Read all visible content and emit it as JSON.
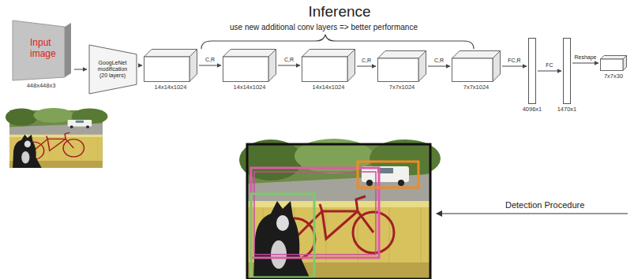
{
  "diagram": {
    "title": "Inference",
    "nodes": [
      {
        "text": [
          "Input image",
          "448x448x3"
        ]
      },
      {
        "text": [
          "GoogLeNet modification (20 layers)"
        ]
      },
      {
        "text": [
          "14x14x1024"
        ]
      },
      {
        "text": [
          "14x14x1024"
        ]
      },
      {
        "text": [
          "14x14x1024"
        ]
      },
      {
        "text": [
          "7x7x1024"
        ]
      },
      {
        "text": [
          "7x7x1024"
        ]
      },
      {
        "text": [
          "4096x1"
        ]
      },
      {
        "text": [
          "1470x1"
        ]
      },
      {
        "text": [
          "7x7x30"
        ]
      }
    ],
    "edges": [
      {
        "from": 0,
        "to": 1,
        "arrow": "to"
      },
      {
        "from": 1,
        "to": 2,
        "arrow": "to"
      },
      {
        "from": 2,
        "to": 3,
        "label": "C,R",
        "arrow": "to"
      },
      {
        "from": 3,
        "to": 4,
        "label": "C,R",
        "arrow": "to"
      },
      {
        "from": 4,
        "to": 5,
        "label": "C,R",
        "arrow": "to"
      },
      {
        "from": 5,
        "to": 6,
        "label": "C,R",
        "arrow": "to"
      },
      {
        "from": 6,
        "to": 7,
        "label": "FC,R",
        "arrow": "to"
      },
      {
        "from": 7,
        "to": 8,
        "label": "FC",
        "arrow": "to"
      },
      {
        "from": 8,
        "to": 9,
        "label": "Reshape",
        "arrow": "to"
      }
    ],
    "labels": [
      "use new additional conv layers => better performance",
      "Detection Procedure"
    ]
  }
}
